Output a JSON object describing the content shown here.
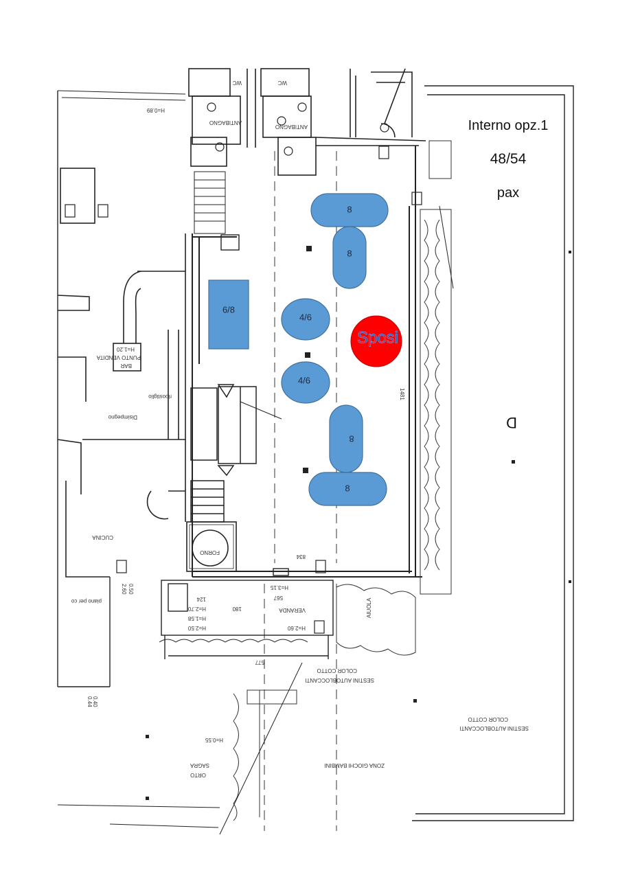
{
  "header": {
    "title": "Interno opz.1",
    "capacity": "48/54",
    "unit": "pax"
  },
  "colors": {
    "table_fill": "#5b9bd5",
    "table_stroke": "#41719c",
    "sposi_fill": "#ff0000",
    "sposi_text": "#4a8ee8",
    "wall": "#222222"
  },
  "tables": [
    {
      "id": "t1",
      "label": "8",
      "shape": "rounded-rect"
    },
    {
      "id": "t2",
      "label": "8",
      "shape": "rounded-rect"
    },
    {
      "id": "t3",
      "label": "6/8",
      "shape": "rect"
    },
    {
      "id": "t4",
      "label": "4/6",
      "shape": "round"
    },
    {
      "id": "t5",
      "label": "4/6",
      "shape": "round"
    },
    {
      "id": "t6",
      "label": "8",
      "shape": "rounded-rect"
    },
    {
      "id": "t7",
      "label": "8",
      "shape": "rounded-rect"
    }
  ],
  "sposi": {
    "label": "Sposi"
  },
  "plan_labels": {
    "wc1": "WC",
    "wc2": "WC",
    "antibagno1": "ANTIBAGNO",
    "antibagno2": "ANTIBAGNO",
    "h089": "H=0.89",
    "bar": "BAR",
    "punto_vendita": "PUNTO VENDITA",
    "h120": "H=1.20",
    "disimpegno": "Disimpegno",
    "ripostiglio": "ripostiglio",
    "cucina": "CUCINA",
    "forno": "FORNO",
    "veranda": "VERANDA",
    "aiuola": "AIUOLA",
    "dim834": "834",
    "dim567": "567",
    "dim577": "577",
    "dim180": "180",
    "h315": "H=3.15",
    "h260": "H=2.60",
    "h250": "H=2.50",
    "h270": "H=2.70",
    "h158": "H=1.58",
    "dim124": "124",
    "sestini1": "SESTINI AUTOBLOCCANTI",
    "cotto1": "COLOR COTTO",
    "sestini2": "SESTINI AUTOBLOCCANTI",
    "cotto2": "COLOR COTTO",
    "orto": "ORTO",
    "sagra": "SAGRA",
    "zona": "ZONA GIOCHI BAMBINI",
    "d": "D",
    "piano": "piano per co",
    "dim1481": "1481",
    "h055": "H=0.55",
    "d260": "2.60",
    "d050": "0.50",
    "d044": "0.44",
    "d040": "0.40"
  }
}
